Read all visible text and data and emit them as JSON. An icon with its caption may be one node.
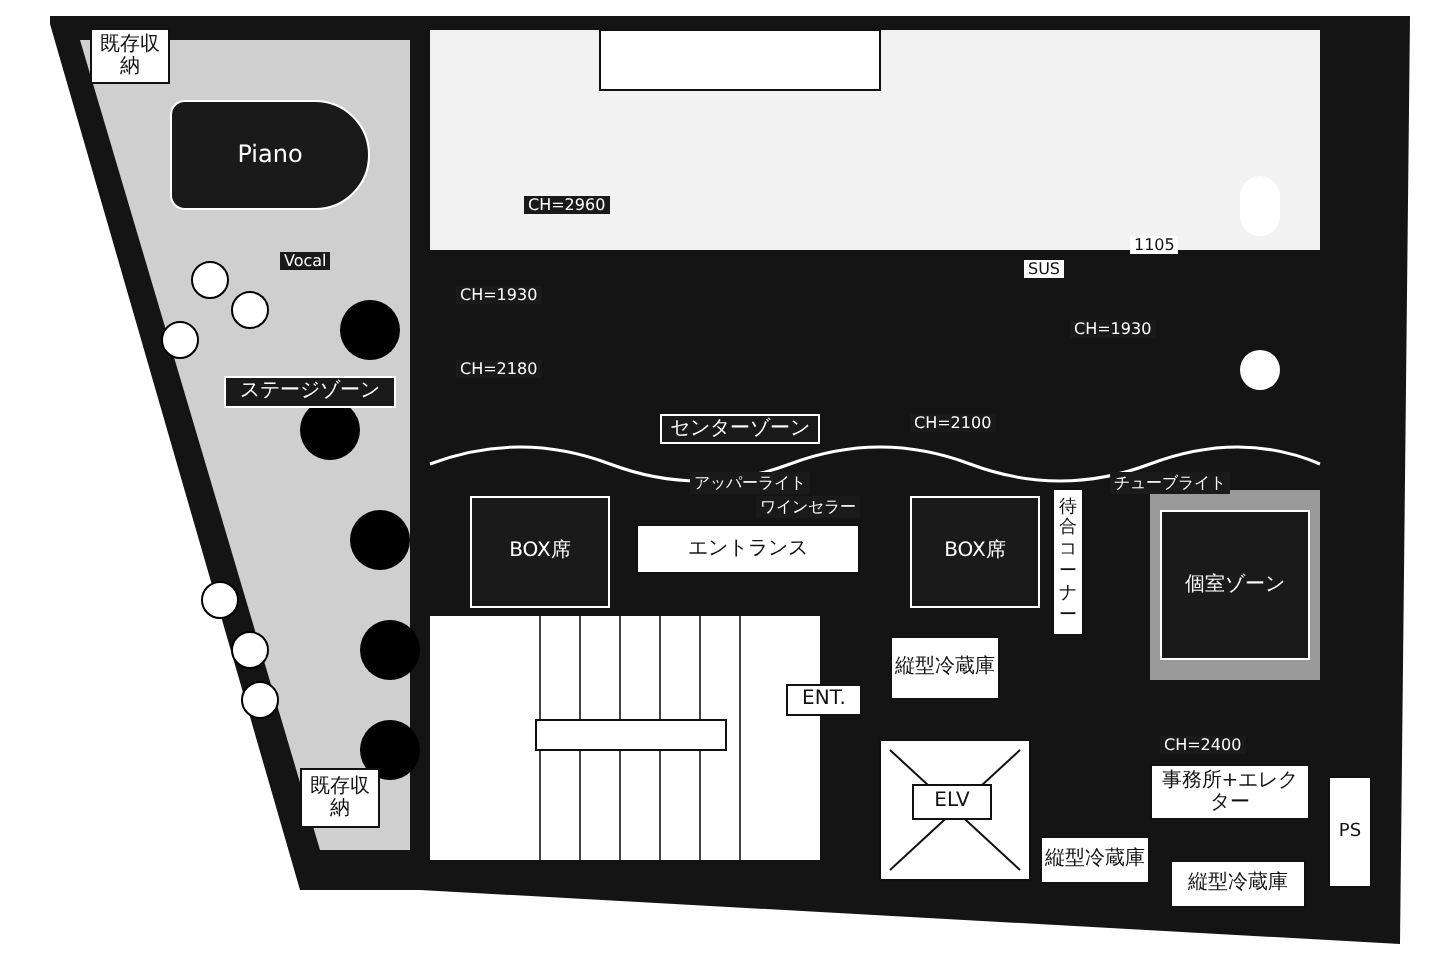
{
  "diagram": {
    "nodes": [
      {
        "text": [
          "既存収納"
        ]
      },
      {
        "text": [
          "Piano"
        ]
      },
      {
        "text": [
          "ステージゾーン"
        ]
      },
      {
        "text": [
          "センターゾーン"
        ]
      },
      {
        "text": [
          "BOX席"
        ]
      },
      {
        "text": [
          "エントランス"
        ]
      },
      {
        "text": [
          "BOX席"
        ]
      },
      {
        "text": [
          "待合コーナー"
        ]
      },
      {
        "text": [
          "個室ゾーン"
        ]
      },
      {
        "text": [
          "ENT."
        ]
      },
      {
        "text": [
          "ELV"
        ]
      },
      {
        "text": [
          "縦型冷蔵庫"
        ]
      },
      {
        "text": [
          "既存収納"
        ]
      },
      {
        "text": [
          "PS"
        ]
      },
      {
        "text": [
          "事務所+エレクター"
        ]
      },
      {
        "text": [
          "縦型冷蔵庫"
        ]
      },
      {
        "text": [
          "縦型冷蔵庫"
        ]
      }
    ],
    "labels": [
      "CH=2960",
      "Vocal",
      "CH=1930",
      "CH=2180",
      "SUS",
      "1105",
      "CH=1930",
      "CH=2100",
      "アッパーライト",
      "ワインセラー",
      "チューブライト",
      "CH=2400"
    ]
  }
}
